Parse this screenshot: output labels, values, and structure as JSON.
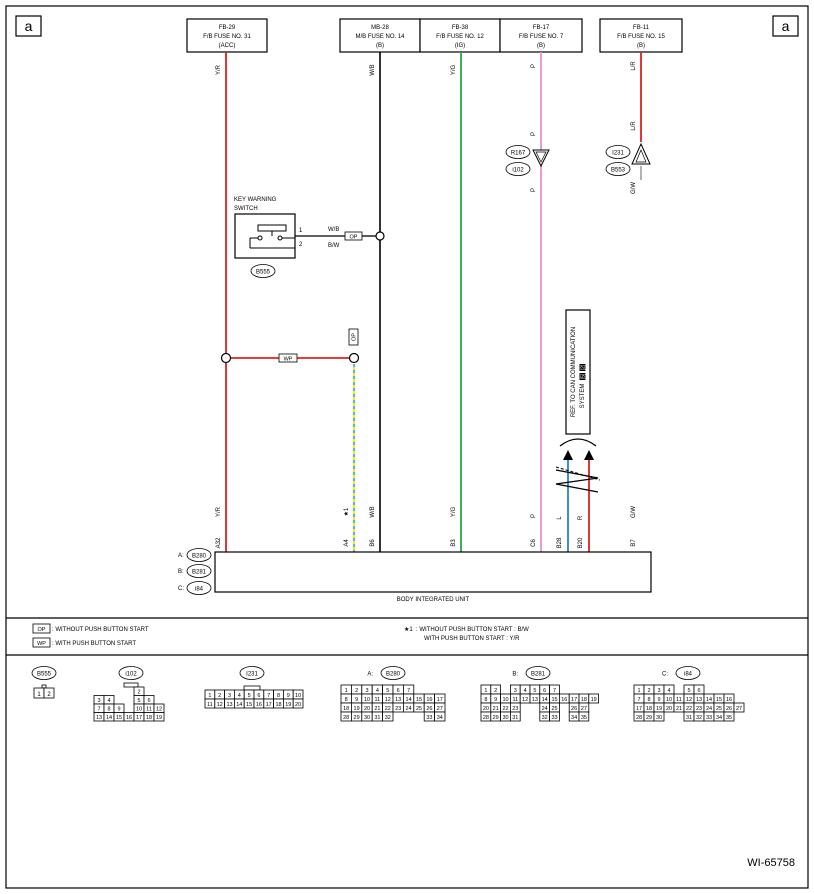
{
  "page": {
    "corner_left": "a",
    "corner_right": "a",
    "diagram_code": "WI-65758"
  },
  "fuses": [
    {
      "code": "FB-29",
      "name": "F/B FUSE NO. 31",
      "supply": "(ACC)",
      "wire": "Y/R"
    },
    {
      "code": "MB-28",
      "name": "M/B FUSE NO. 14",
      "supply": "(B)",
      "wire": "W/B"
    },
    {
      "code": "FB-38",
      "name": "F/B FUSE NO. 12",
      "supply": "(IG)",
      "wire": "Y/G"
    },
    {
      "code": "FB-17",
      "name": "F/B FUSE NO. 7",
      "supply": "(B)",
      "wire": "P"
    },
    {
      "code": "FB-11",
      "name": "F/B FUSE NO. 15",
      "supply": "(B)",
      "wire": "L/R"
    }
  ],
  "wires": {
    "p_mid1": "P",
    "p_mid2": "P",
    "lr_mid": "L/R",
    "gw_mid": "G/W",
    "yr_bottom": "Y/R",
    "star1": "★1",
    "wb_bottom": "W/B",
    "yg_bottom": "Y/G",
    "p_bottom": "P",
    "l_bottom": "L",
    "r_bottom": "R",
    "gw_bottom": "G/W"
  },
  "connectors_left": {
    "r167": "R167",
    "i102": "i102",
    "i231": "I231",
    "b553": "B553"
  },
  "key_switch": {
    "title1": "KEY WARNING",
    "title2": "SWITCH",
    "connector": "B555",
    "pin1": "1",
    "pin2": "2",
    "wire1": "W/B",
    "wire2": "B/W",
    "op_label": "OP"
  },
  "wp_label": "WP",
  "op_vertical": "OP",
  "can_ref": {
    "line1": "REF. TO CAN COMMUNICATION",
    "line2": "SYSTEM",
    "badge1": "[5]",
    "badge2": "[2]"
  },
  "body_unit": {
    "name": "BODY INTEGRATED UNIT",
    "conn_a": "B280",
    "conn_b": "B281",
    "conn_c": "i84",
    "prefix_a": "A:",
    "prefix_b": "B:",
    "prefix_c": "C:",
    "pins": [
      "A32",
      "A4",
      "B6",
      "B3",
      "C6",
      "B28",
      "B20",
      "B7"
    ]
  },
  "legend": {
    "op_tag": "OP",
    "op_text": ": WITHOUT PUSH BUTTON START",
    "wp_tag": "WP",
    "wp_text": ": WITH PUSH BUTTON START",
    "note_mark": "★1",
    "note_line1": ": WITHOUT PUSH BUTTON START  : B/W",
    "note_line2": "WITH PUSH BUTTON START  : Y/R"
  },
  "bottom_connectors": {
    "b555": {
      "label": "B555",
      "pins": [
        "1",
        "2"
      ]
    },
    "i102": {
      "label": "i102",
      "rows": [
        [
          "",
          "",
          "",
          "",
          "2"
        ],
        [
          "3",
          "4",
          "",
          "",
          "5",
          "6"
        ],
        [
          "7",
          "8",
          "9",
          "",
          "10",
          "11",
          "12"
        ],
        [
          "13",
          "14",
          "15",
          "16",
          "17",
          "18",
          "19"
        ]
      ]
    },
    "i231": {
      "label": "I231",
      "rows": [
        [
          "1",
          "2",
          "3",
          "4",
          "5",
          "6",
          "7",
          "8",
          "9",
          "10"
        ],
        [
          "11",
          "12",
          "13",
          "14",
          "15",
          "16",
          "17",
          "18",
          "19",
          "20"
        ]
      ]
    },
    "b280": {
      "prefix": "A:",
      "label": "B280",
      "rows": [
        [
          "1",
          "2",
          "3",
          "4",
          "5",
          "6",
          "7"
        ],
        [
          "8",
          "9",
          "10",
          "11",
          "12",
          "13",
          "14",
          "15",
          "16",
          "17"
        ],
        [
          "18",
          "19",
          "20",
          "21",
          "22",
          "23",
          "24",
          "25",
          "26",
          "27"
        ],
        [
          "28",
          "29",
          "30",
          "31",
          "32",
          "",
          "",
          "",
          "33",
          "34"
        ]
      ]
    },
    "b281": {
      "prefix": "B:",
      "label": "B281",
      "rows": [
        [
          "1",
          "2",
          "",
          "3",
          "4",
          "5",
          "6",
          "7"
        ],
        [
          "8",
          "9",
          "10",
          "11",
          "12",
          "13",
          "14",
          "15",
          "16",
          "17",
          "18",
          "19"
        ],
        [
          "20",
          "21",
          "22",
          "23",
          "",
          "",
          "24",
          "25",
          "",
          "26",
          "27"
        ],
        [
          "28",
          "29",
          "30",
          "31",
          "",
          "",
          "32",
          "33",
          "",
          "34",
          "35"
        ]
      ]
    },
    "i84": {
      "prefix": "C:",
      "label": "i84",
      "rows": [
        [
          "1",
          "2",
          "3",
          "4",
          "",
          "5",
          "6"
        ],
        [
          "7",
          "8",
          "9",
          "10",
          "11",
          "12",
          "13",
          "14",
          "15",
          "16"
        ],
        [
          "17",
          "18",
          "19",
          "20",
          "21",
          "22",
          "23",
          "24",
          "25",
          "26",
          "27"
        ],
        [
          "28",
          "29",
          "30",
          "",
          "",
          "31",
          "32",
          "33",
          "34",
          "35"
        ]
      ]
    }
  },
  "colors": {
    "red": "#e0201e",
    "green": "#27a844",
    "pink": "#e88fd0",
    "blue": "#2a7fd4",
    "yellow": "#f4e81c",
    "cyan": "#5ab8e8"
  }
}
